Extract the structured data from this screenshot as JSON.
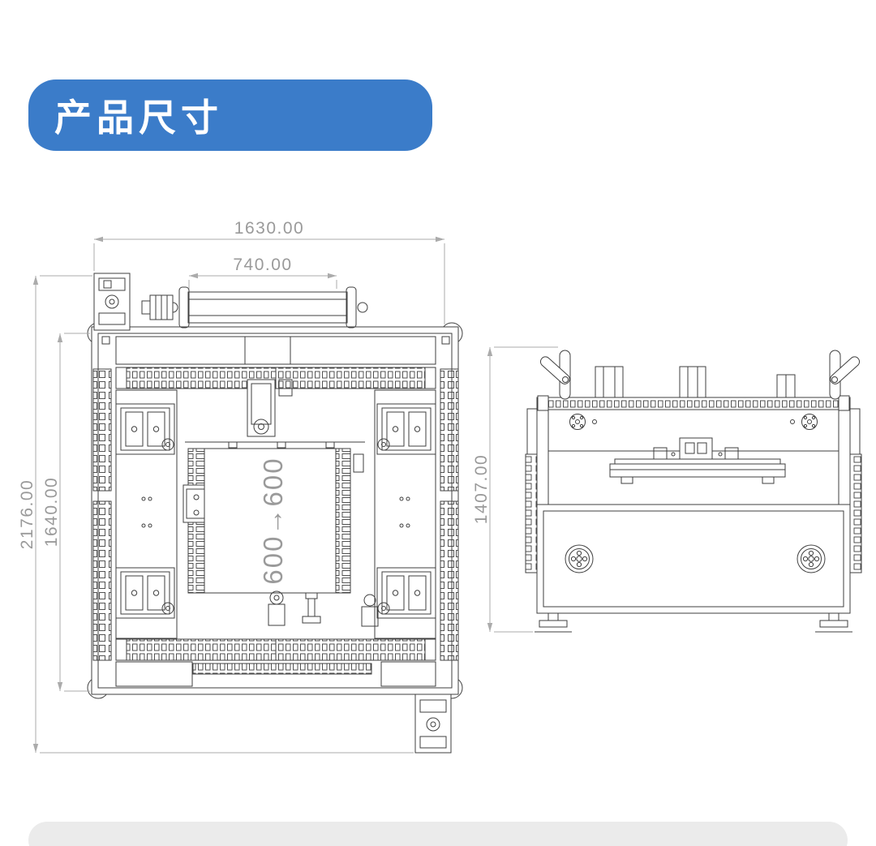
{
  "header": {
    "title": "产品尺寸"
  },
  "colors": {
    "accent": "#3b7cc9",
    "line": "#3f3f3f",
    "dim": "#ababab",
    "dimtext": "#9a9a9a",
    "footer": "#ebebeb"
  },
  "drawing": {
    "top_view": {
      "overall_width": "1630.00",
      "roller_width": "740.00",
      "overall_depth": "2176.00",
      "frame_depth": "1640.00",
      "panel_size": "600→600"
    },
    "front_view": {
      "height": "1407.00"
    }
  }
}
